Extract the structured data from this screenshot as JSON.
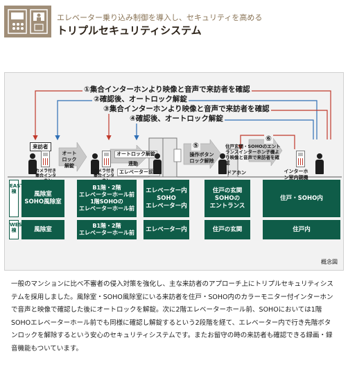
{
  "header": {
    "subtitle": "エレベーター乗り込み制御を導入し、セキュリティを高める",
    "title": "トリプルセキュリティシステム"
  },
  "diagram": {
    "steps": [
      "①集合インターホンより映像と音声で来訪者を確認",
      "②確認後、オートロック解錠",
      "③集合インターホンより映像と音声で来訪者を確認",
      "④確認後、オートロック解錠",
      "⑤",
      "⑥"
    ],
    "scene": {
      "visitor": "来訪者",
      "camera_intercom_1": "カメラ付き集合インターホン",
      "autolock_unlock_1": "オートロック解錠",
      "camera_intercom_2": "カメラ付き集合インターホン",
      "autolock_unlock_2": "オートロック解錠",
      "linked": "連動",
      "elevator_hall_door": "エレベーター前扉",
      "operation_panel": "操作ボタンロック解除",
      "dwelling_entrance": "住戸玄関・SOHOのエントランスインターホン子機より映像と音声で来訪者を確認",
      "door_phone": "ドアホン",
      "indoor_intercom": "インターホン室内親機"
    },
    "east_label": "EAST棟",
    "west_label": "WEST棟",
    "east_row": [
      "風除室\nSOHO風除室",
      "B1階・2階\nエレベーターホール前\n1階SOHOの\nエレベーターホール前",
      "エレベーター内\nSOHO\nエレベーター内",
      "住戸の玄関\nSOHOの\nエントランス",
      "住戸・SOHO内"
    ],
    "west_row": [
      "風除室",
      "B1階・2階\nエレベーターホール前",
      "エレベーター内",
      "住戸の玄関",
      "住戸内"
    ],
    "note": "概念図",
    "colors": {
      "green": "#0f5c48",
      "arrow_red": "#c0392b",
      "arrow_blue": "#2f6fb5"
    }
  },
  "body_text": "一般のマンションに比べ不審者の侵入対策を強化し、主な来訪者のアプローチ上にトリプルセキュリティシステムを採用しました。風除室・SOHO風除室にいる来訪者を住戸・SOHO内のカラーモニター付インターホンで音声と映像で確認した後にオートロックを解錠。次に2階エレベーターホール前、SOHOにおいては1階SOHOエレベーターホール前でも同様に確認し解錠するという2段階を経て、エレベーター内で行き先階ボタンロックを解除するという安心のセキュリティシステムです。またお留守の時の来訪者も確認できる録画・録音機能もついています。"
}
